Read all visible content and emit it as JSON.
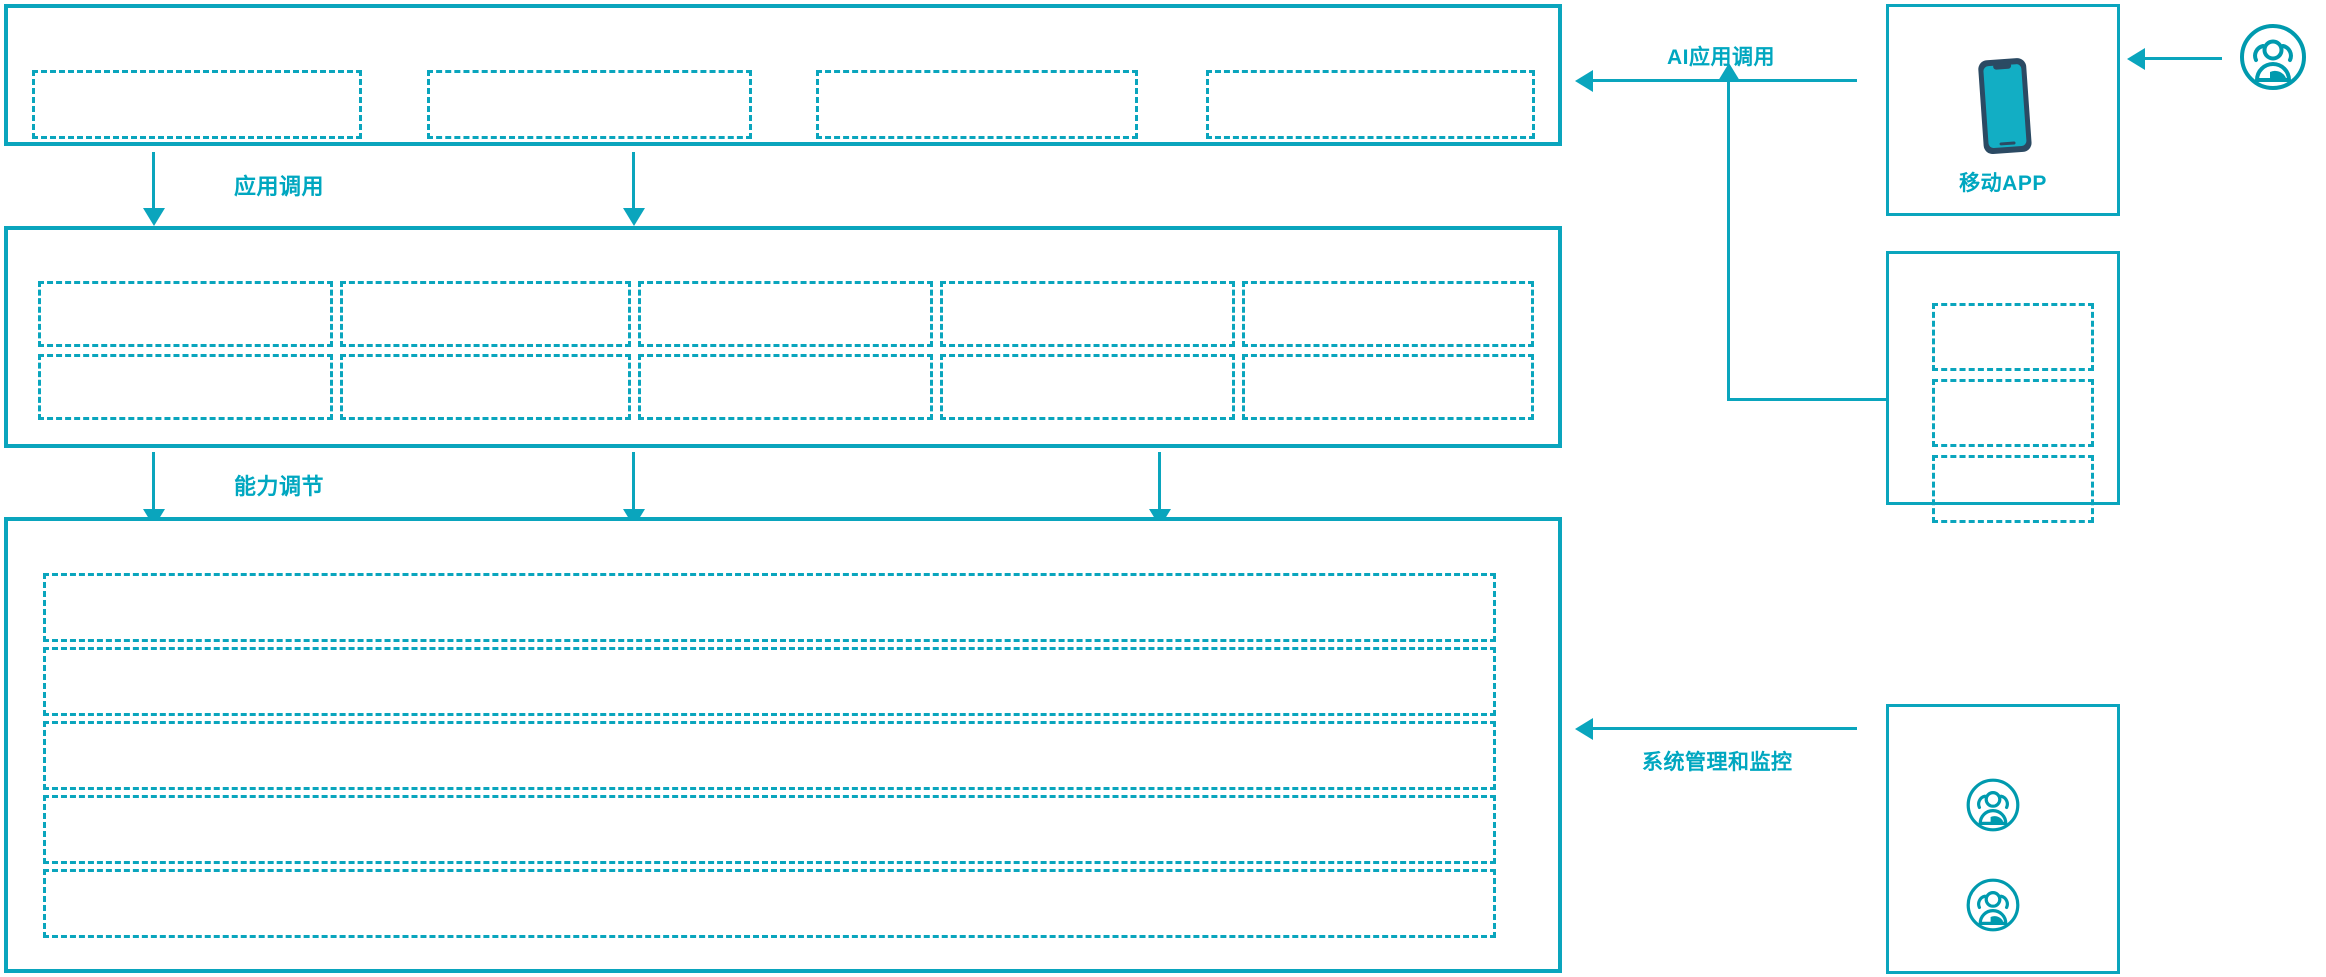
{
  "meta": {
    "accent_color": "#0aa5bd",
    "text_color": "#00a7c0",
    "phone_frame_color": "#2b4a63",
    "phone_screen_color": "#12aec4",
    "background": "#ffffff"
  },
  "layers": {
    "application_layer": {
      "name": "application-layer-panel",
      "slots": [
        {
          "label": ""
        },
        {
          "label": ""
        },
        {
          "label": ""
        },
        {
          "label": ""
        }
      ]
    },
    "capability_layer": {
      "name": "capability-layer-panel",
      "columns": 5,
      "rows": 2,
      "slots": [
        {
          "label": ""
        },
        {
          "label": ""
        },
        {
          "label": ""
        },
        {
          "label": ""
        },
        {
          "label": ""
        },
        {
          "label": ""
        },
        {
          "label": ""
        },
        {
          "label": ""
        },
        {
          "label": ""
        },
        {
          "label": ""
        }
      ]
    },
    "infrastructure_layer": {
      "name": "infrastructure-layer-panel",
      "slots": [
        {
          "label": ""
        },
        {
          "label": ""
        },
        {
          "label": ""
        },
        {
          "label": ""
        },
        {
          "label": ""
        }
      ]
    }
  },
  "connectors": {
    "app_call_label": "应用调用",
    "capability_adjust_label": "能力调节",
    "ai_app_call_label": "AI应用调用",
    "system_mgmt_label": "系统管理和监控"
  },
  "right_column": {
    "mobile_app_card": {
      "icon": "mobile-phone-icon",
      "label": "移动APP"
    },
    "channel_card": {
      "name": "channel-list-card",
      "slots": [
        {
          "label": ""
        },
        {
          "label": ""
        },
        {
          "label": ""
        }
      ]
    },
    "operations_card": {
      "name": "operations-users-card",
      "icons": [
        {
          "icon": "users-group-icon",
          "label": ""
        },
        {
          "icon": "users-group-icon",
          "label": ""
        }
      ]
    },
    "external_user": {
      "icon": "users-group-icon",
      "label": ""
    }
  }
}
